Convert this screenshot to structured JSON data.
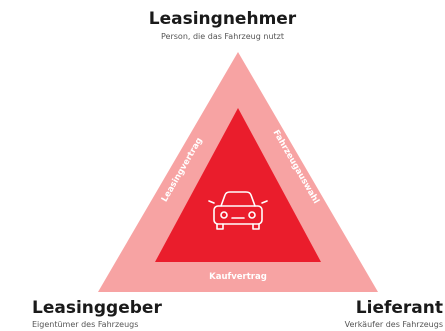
{
  "roles": {
    "top": {
      "title": "Leasingnehmer",
      "subtitle": "Person, die das Fahrzeug nutzt"
    },
    "left": {
      "title": "Leasinggeber",
      "subtitle": "Eigentümer des Fahrzeugs"
    },
    "right": {
      "title": "Lieferant",
      "subtitle": "Verkäufer des Fahrzeugs"
    }
  },
  "relations": {
    "left_edge": "Leasingvertrag",
    "right_edge": "Fahrzeugauswahl",
    "bottom_edge": "Kaufvertrag"
  },
  "center_icon": "car-icon",
  "colors": {
    "outer_triangle": "#f7a3a3",
    "inner_triangle": "#ea1d2c",
    "icon_stroke": "#ffffff",
    "text_dark": "#1a1a1a",
    "text_muted": "#555555"
  }
}
